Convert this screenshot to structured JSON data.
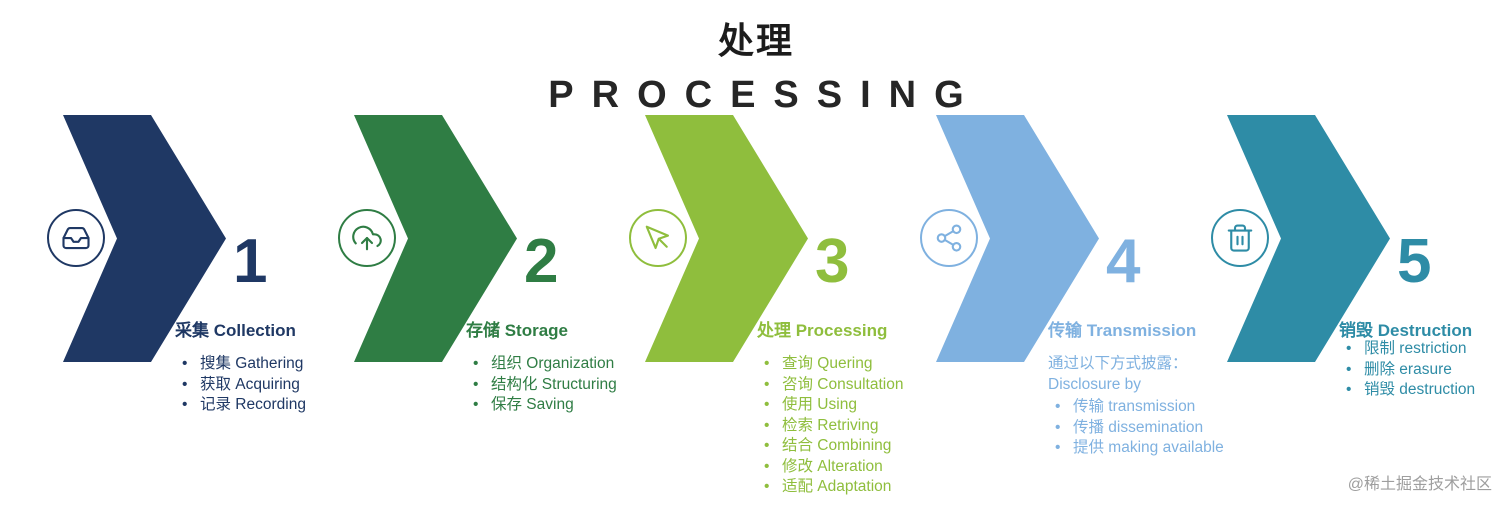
{
  "title": {
    "zh": "处理",
    "en": "PROCESSING"
  },
  "watermark": "@稀土掘金技术社区",
  "steps": [
    {
      "number": "1",
      "heading": "采集 Collection",
      "color": "#1F3864",
      "icon": "inbox-icon",
      "items": [
        "搜集 Gathering",
        "获取 Acquiring",
        "记录 Recording"
      ]
    },
    {
      "number": "2",
      "heading": "存储 Storage",
      "color": "#2F7D44",
      "icon": "cloud-upload-icon",
      "items": [
        "组织 Organization",
        "结构化 Structuring",
        "保存 Saving"
      ]
    },
    {
      "number": "3",
      "heading": "处理 Processing",
      "color": "#8FBE3D",
      "icon": "cursor-icon",
      "items": [
        "查询 Quering",
        "咨询 Consultation",
        "使用 Using",
        "检索 Retriving",
        "结合 Combining",
        "修改 Alteration",
        "适配 Adaptation"
      ]
    },
    {
      "number": "4",
      "heading": "传输 Transmission",
      "color": "#7FB1E0",
      "icon": "share-icon",
      "intro": [
        "通过以下方式披露：",
        "Disclosure by"
      ],
      "items": [
        "传输 transmission",
        "传播 dissemination",
        "提供 making available"
      ]
    },
    {
      "number": "5",
      "heading": "销毁 Destruction",
      "color": "#2E8CA6",
      "icon": "trash-icon",
      "items": [
        "限制 restriction",
        "删除 erasure",
        "销毁 destruction"
      ]
    }
  ]
}
